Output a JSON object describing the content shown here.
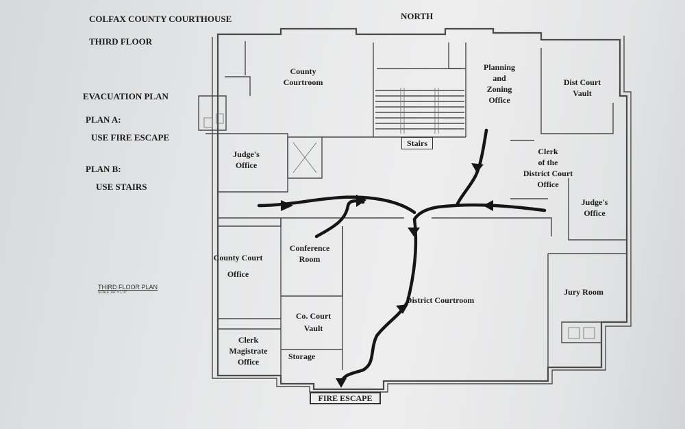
{
  "header": {
    "building": "COLFAX COUNTY COURTHOUSE",
    "floor": "THIRD FLOOR",
    "north": "NORTH"
  },
  "evacuation": {
    "title": "EVACUATION PLAN",
    "plan_a_label": "PLAN A:",
    "plan_a_text": "USE FIRE ESCAPE",
    "plan_b_label": "PLAN B:",
    "plan_b_text": "USE STAIRS"
  },
  "caption": {
    "plan": "THIRD FLOOR PLAN",
    "scale": "SCALE 1/4\" = 1'-0\""
  },
  "rooms": {
    "county_courtroom": [
      "County",
      "Courtroom"
    ],
    "planning": [
      "Planning",
      "and",
      "Zoning",
      "Office"
    ],
    "dist_court_vault": [
      "Dist Court",
      "Vault"
    ],
    "judges_office_west": [
      "Judge's",
      "Office"
    ],
    "stairs": "Stairs",
    "clerk_district": [
      "Clerk",
      "of the",
      "District Court",
      "Office"
    ],
    "judges_office_east": [
      "Judge's",
      "Office"
    ],
    "conference": [
      "Conference",
      "Room"
    ],
    "county_court_office": [
      "County Court",
      "Office"
    ],
    "district_courtroom": "District Courtroom",
    "jury_room": "Jury Room",
    "co_court_vault": [
      "Co. Court",
      "Vault"
    ],
    "clerk_magistrate": [
      "Clerk",
      "Magistrate",
      "Office"
    ],
    "storage": "Storage",
    "fire_escape": "FIRE ESCAPE"
  },
  "colors": {
    "route": "#151515",
    "walls": "#4a4a4a",
    "paper": "#eeeeef"
  }
}
